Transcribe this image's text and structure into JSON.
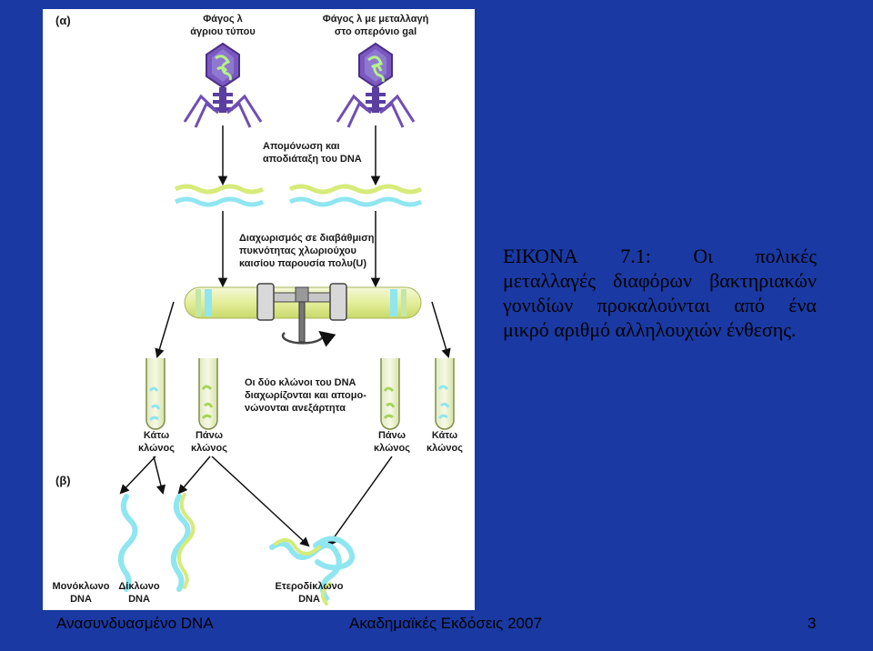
{
  "figure": {
    "panel_a": "(α)",
    "panel_b": "(β)",
    "phage_wild": [
      "Φάγος λ",
      "άγριου τύπου"
    ],
    "phage_mut": [
      "Φάγος λ με μεταλλαγή",
      "στο οπερόνιο gal"
    ],
    "isolation": [
      "Απομόνωση και",
      "αποδιάταξη του DNA"
    ],
    "separation": [
      "Διαχωρισμός σε διαβάθμιση",
      "πυκνότητας χλωριούχου",
      "καισίου παρουσία πολυ(U)"
    ],
    "strands_note": [
      "Οι δύο κλώνοι του DNA",
      "διαχωρίζονται και απομο-",
      "νώνονται ανεξάρτητα"
    ],
    "tube_labels": [
      [
        "Κάτω",
        "κλώνος"
      ],
      [
        "Πάνω",
        "κλώνος"
      ],
      [
        "Πάνω",
        "κλώνος"
      ],
      [
        "Κάτω",
        "κλώνος"
      ]
    ],
    "dna_labels": [
      [
        "Μονόκλωνο",
        "DNA"
      ],
      [
        "Δίκλωνο",
        "DNA"
      ],
      [
        "Ετεροδίκλωνο",
        "DNA"
      ]
    ],
    "colors": {
      "blue_strand": "#8fe6f0",
      "green_strand": "#d6eb79",
      "phage": "#6f4fb3"
    }
  },
  "caption": {
    "line1": [
      "ΕΙΚΟΝΑ",
      "7.1:",
      "Οι",
      "πολικές"
    ],
    "line2": [
      "μεταλλαγές",
      "διαφόρων",
      "βακτηριακών"
    ],
    "line3": [
      "γονιδίων",
      "προκαλούνται",
      "από",
      "ένα"
    ],
    "line4": "μικρό αριθμό αλληλουχιών ένθεσης."
  },
  "footer": {
    "left": "Ανασυνδυασμένο DNA",
    "center": "Ακαδημαϊκές Εκδόσεις 2007",
    "page": "3"
  }
}
